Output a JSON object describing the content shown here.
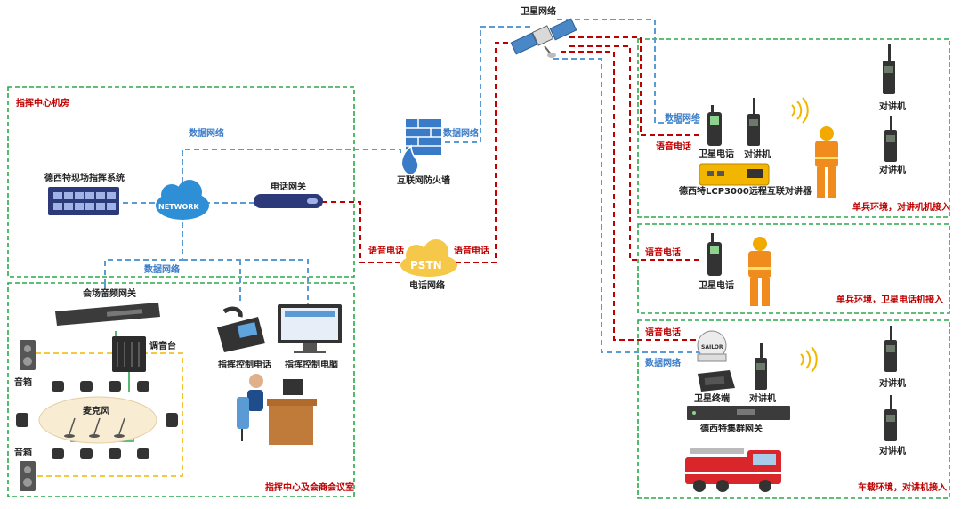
{
  "satellite": {
    "title": "卫星网络"
  },
  "command_room": {
    "title": "指挥中心机房",
    "system_label": "德西特现场指挥系统",
    "network_badge": "NETWORK",
    "phone_gateway_label": "电话网关",
    "data_net_label_top": "数据网络",
    "data_net_label_bottom": "数据网络"
  },
  "firewall": {
    "label": "互联网防火墙",
    "data_net_label": "数据网络"
  },
  "pstn": {
    "badge": "PSTN",
    "label": "电话网络",
    "voice_left": "语音电话",
    "voice_right": "语音电话"
  },
  "conference": {
    "title": "指挥中心及会商会议室",
    "audio_gateway": "会场音频网关",
    "mixer": "调音台",
    "speaker_top": "音箱",
    "speaker_bottom": "音箱",
    "microphone": "麦克风",
    "control_phone": "指挥控制电话",
    "control_pc": "指挥控制电脑"
  },
  "zone1": {
    "title": "单兵环境，对讲机机接入",
    "data_net_label": "数据网络",
    "voice_label": "语音电话",
    "sat_phone": "卫星电话",
    "radio_left": "对讲机",
    "radio_right_top": "对讲机",
    "radio_right_bottom": "对讲机",
    "lcp_label": "德西特LCP3000远程互联对讲器"
  },
  "zone2": {
    "title": "单兵环境，卫星电话机接入",
    "voice_label": "语音电话",
    "sat_phone": "卫星电话"
  },
  "zone3": {
    "title": "车载环境，对讲机接入",
    "voice_label": "语音电话",
    "data_net_label": "数据网络",
    "sat_terminal": "卫星终端",
    "radio_mid": "对讲机",
    "trunk_gateway": "德西特集群网关",
    "radio_right_top": "对讲机",
    "radio_right_bottom": "对讲机",
    "antenna_text": "SAILOR"
  },
  "colors": {
    "zone_border": "#2aa84a",
    "data_line": "#5b9bd5",
    "voice_line": "#c00000",
    "audio_line": "#f2b600"
  }
}
